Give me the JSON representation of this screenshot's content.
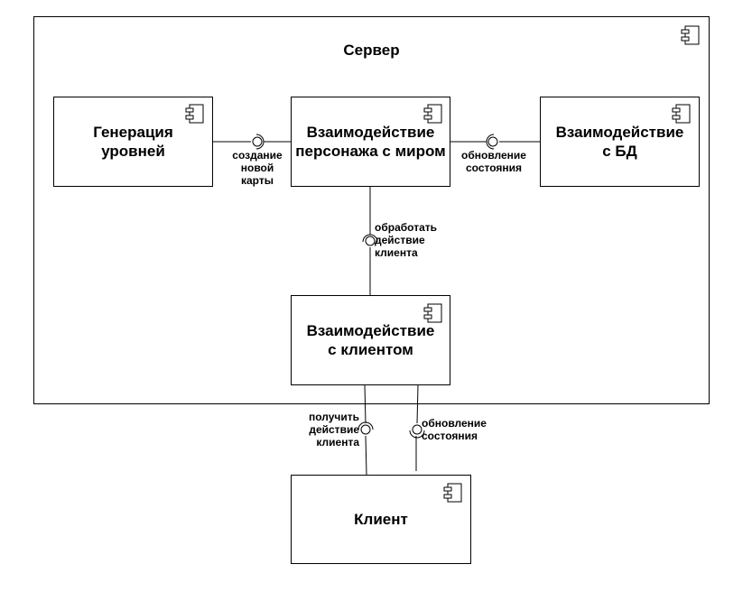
{
  "server": {
    "title": "Сервер",
    "icon": "component-icon"
  },
  "components": {
    "level_gen": {
      "title": "Генерация\nуровней",
      "icon": "component-icon"
    },
    "world": {
      "title": "Взаимодействие\nперсонажа с миром",
      "icon": "component-icon"
    },
    "db": {
      "title": "Взаимодействие\nс БД",
      "icon": "component-icon"
    },
    "client_io": {
      "title": "Взаимодействие\nс клиентом",
      "icon": "component-icon"
    },
    "client": {
      "title": "Клиент",
      "icon": "component-icon"
    }
  },
  "interfaces": {
    "new_map": "создание\nновой\nкарты",
    "state_update_db": "обновление\nсостояния",
    "process_action": "обработать\nдействие\nклиента",
    "get_action": "получить\nдействие\nклиента",
    "state_update_client": "обновление\nсостояния"
  }
}
